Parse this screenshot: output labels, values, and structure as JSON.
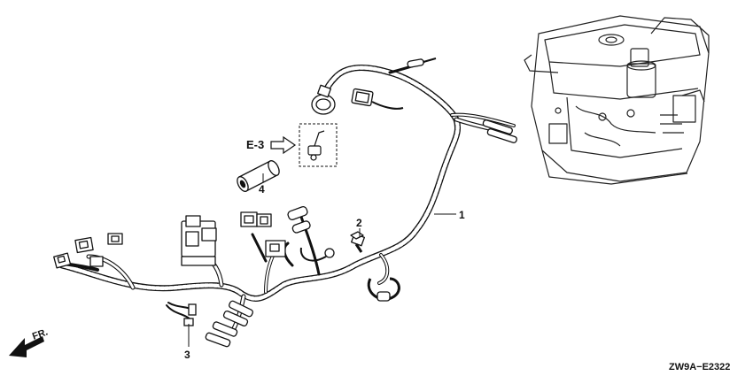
{
  "diagram": {
    "code": "ZW9A−E2322",
    "front_label": "FR.",
    "reference_label": "E-3",
    "parts": [
      {
        "id": "1",
        "label": "1"
      },
      {
        "id": "2",
        "label": "2"
      },
      {
        "id": "3",
        "label": "3"
      },
      {
        "id": "4",
        "label": "4"
      }
    ]
  }
}
